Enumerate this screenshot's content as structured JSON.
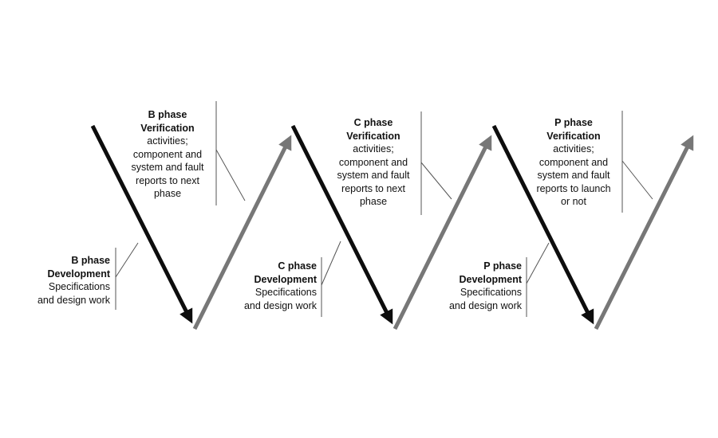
{
  "colors": {
    "development_arrow": "#0d0d0d",
    "verification_arrow": "#777777",
    "callout_line": "#555555",
    "text": "#111111",
    "background": "#ffffff"
  },
  "phases": [
    {
      "id": "B",
      "development": {
        "title1": "B phase",
        "title2": "Development",
        "body": "Specifications\nand design work"
      },
      "verification": {
        "title1": "B phase",
        "title2": "Verification",
        "body": "activities;\ncomponent and\nsystem and fault\nreports to next\nphase"
      }
    },
    {
      "id": "C",
      "development": {
        "title1": "C phase",
        "title2": "Development",
        "body": "Specifications\nand design work"
      },
      "verification": {
        "title1": "C phase",
        "title2": "Verification",
        "body": "activities;\ncomponent and\nsystem and fault\nreports to next\nphase"
      }
    },
    {
      "id": "P",
      "development": {
        "title1": "P phase",
        "title2": "Development",
        "body": "Specifications\nand design work"
      },
      "verification": {
        "title1": "P phase",
        "title2": "Verification",
        "body": "activities;\ncomponent and\nsystem and fault\nreports to launch\nor not"
      }
    }
  ]
}
